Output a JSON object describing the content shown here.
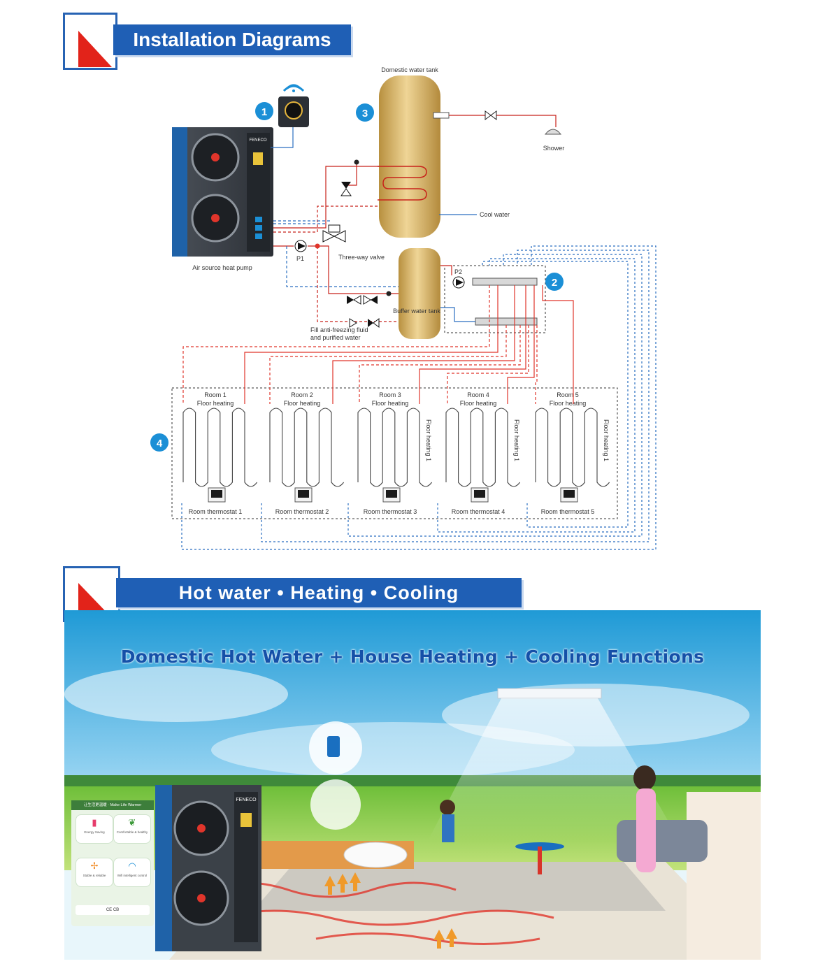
{
  "section1": {
    "title": "Installation Diagrams"
  },
  "section2": {
    "title": "Hot water • Heating • Cooling"
  },
  "diagram": {
    "badges": [
      "1",
      "2",
      "3",
      "4"
    ],
    "heat_pump_brand": "FENECO",
    "labels": {
      "domestic_tank": "Domestic water tank",
      "shower": "Shower",
      "cool_water": "Cool water",
      "heat_pump": "Air source heat pump",
      "pump1": "P1",
      "pump2": "P2",
      "three_way": "Three-way valve",
      "buffer_tank": "Buffer water tank",
      "fill_line1": "Fill anti-freezing fluid",
      "fill_line2": "and purified water"
    },
    "rooms": [
      {
        "room": "Room 1",
        "type": "Floor heating",
        "vertical": "",
        "thermostat": "Room thermostat 1"
      },
      {
        "room": "Room 2",
        "type": "Floor heating",
        "vertical": "",
        "thermostat": "Room thermostat 2"
      },
      {
        "room": "Room 3",
        "type": "Floor heating",
        "vertical": "Floor heating 1",
        "thermostat": "Room thermostat 3"
      },
      {
        "room": "Room 4",
        "type": "Floor heating",
        "vertical": "Floor heating 1",
        "thermostat": "Room thermostat 4"
      },
      {
        "room": "Room 5",
        "type": "Floor heating",
        "vertical": "Floor heating 1",
        "thermostat": "Room thermostat 5"
      }
    ],
    "colors": {
      "hot": "#e0352b",
      "cold": "#2a6ec0",
      "tank": "#d8b66a",
      "badge": "#1b8fd6"
    }
  },
  "scene": {
    "headline": "Domestic Hot Water + House Heating + Cooling Functions",
    "unit_brand": "FENECO",
    "slogan": "让生活更温暖 · Make Life Warmer",
    "features": [
      {
        "icon": "battery-icon",
        "label": "Energy Saving"
      },
      {
        "icon": "leaf-icon",
        "label": "Comfortable & healthy"
      },
      {
        "icon": "fan-icon",
        "label": "Stable & reliable"
      },
      {
        "icon": "wifi-icon",
        "label": "Wifi intelligent control"
      }
    ],
    "certifications": "CE CB"
  }
}
